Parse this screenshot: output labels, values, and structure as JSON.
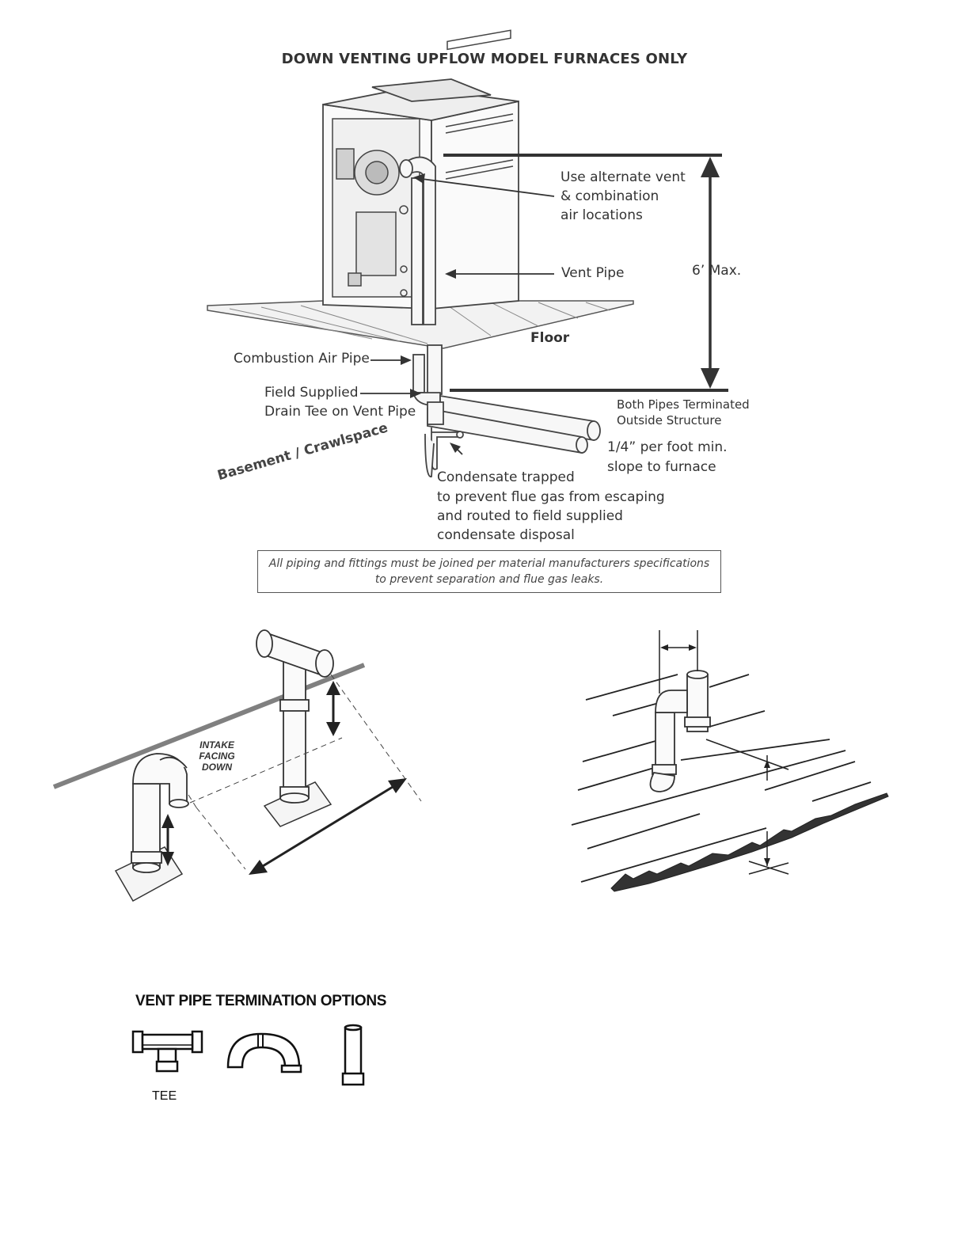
{
  "title": "DOWN VENTING UPFLOW MODEL FURNACES ONLY",
  "labels": {
    "alt_vent_1": "Use alternate vent",
    "alt_vent_2": "& combination",
    "alt_vent_3": "air locations",
    "vent_pipe": "Vent Pipe",
    "max_height": "6’ Max.",
    "floor": "Floor",
    "combustion_air_pipe": "Combustion Air Pipe",
    "drain_tee_1": "Field Supplied",
    "drain_tee_2": "Drain Tee on Vent Pipe",
    "terminated_1": "Both Pipes Terminated",
    "terminated_2": "Outside Structure",
    "slope_1": "1/4” per foot min.",
    "slope_2": "slope to furnace",
    "basement": "Basement / Crawlspace",
    "condensate_1": "Condensate trapped",
    "condensate_2": "to prevent flue gas from escaping",
    "condensate_3": "and routed to field supplied",
    "condensate_4": "condensate disposal"
  },
  "note": {
    "line1": "All piping and fittings must be joined per material manufacturers specifications",
    "line2": "to prevent separation and flue gas leaks."
  },
  "intake": {
    "line1": "INTAKE",
    "line2": "FACING",
    "line3": "DOWN"
  },
  "options": {
    "title": "VENT PIPE TERMINATION OPTIONS",
    "tee_label": "TEE"
  }
}
